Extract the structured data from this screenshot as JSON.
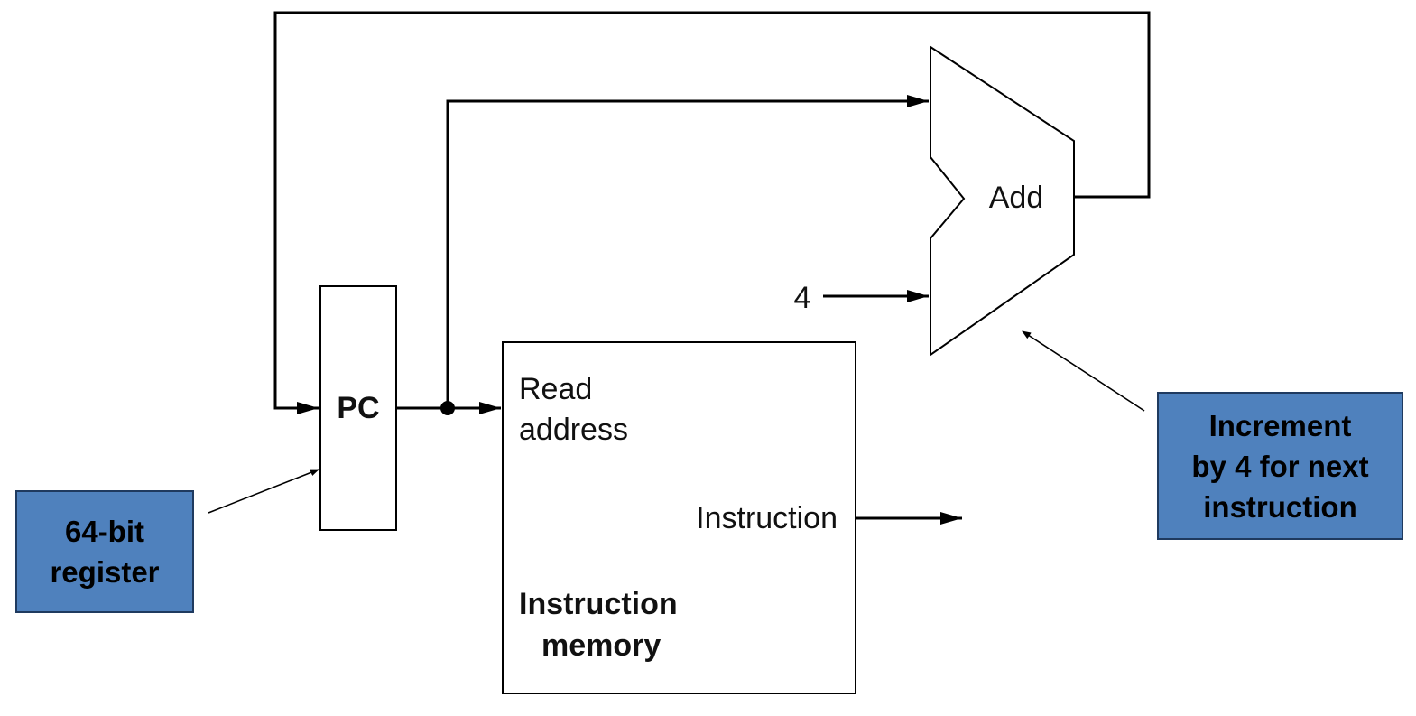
{
  "pc": {
    "label": "PC"
  },
  "adder": {
    "label": "Add",
    "constant": "4"
  },
  "instruction_memory": {
    "read_address_line1": "Read",
    "read_address_line2": "address",
    "output_label": "Instruction",
    "title_line1": "Instruction",
    "title_line2": "memory"
  },
  "callouts": {
    "register": {
      "line1": "64-bit",
      "line2": "register",
      "color": "#4f81bd"
    },
    "increment": {
      "line1": "Increment",
      "line2": "by 4 for next",
      "line3": "instruction",
      "color": "#4f81bd"
    }
  }
}
